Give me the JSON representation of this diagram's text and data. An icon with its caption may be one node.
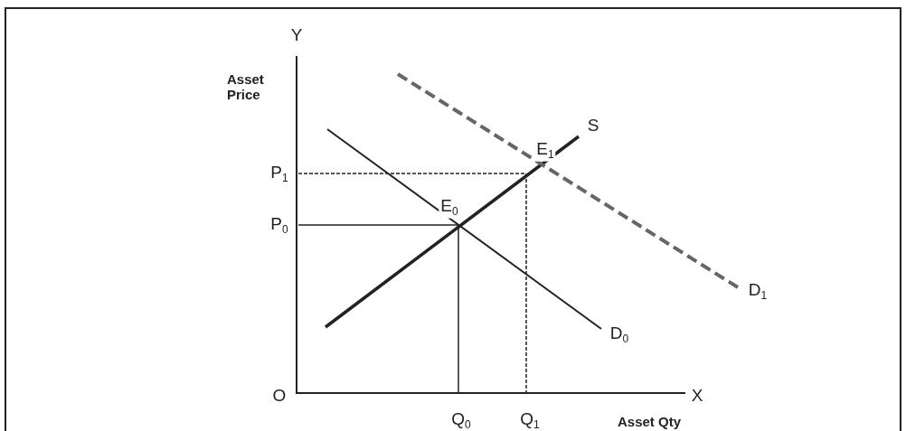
{
  "diagram": {
    "labels": [
      "Y",
      "Asset Price",
      "S",
      "E$_{1}$",
      "P$_{1}$",
      "E$_{0}$",
      "P$_{0}$",
      "D$_{1}$",
      "D$_{0}$",
      "O",
      "X",
      "Q$_{0}$",
      "Q$_{1}$",
      "Asset Qty"
    ]
  }
}
